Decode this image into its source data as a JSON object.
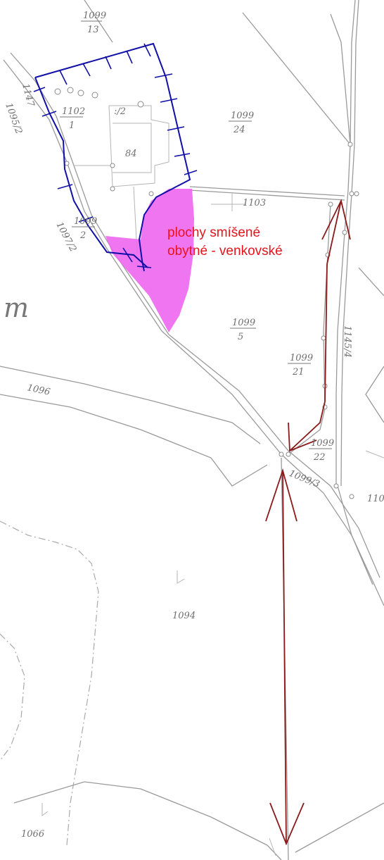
{
  "zone": {
    "label_line1": "plochy smíšené",
    "label_line2": "obytné - venkovské",
    "fill_color": "#ee66ee",
    "label_color": "#e8141d"
  },
  "colors": {
    "boundary_blue": "#1010a8",
    "arrow_red": "#8b1a1a",
    "parcel_grey": "#9a9a9a"
  },
  "parcels": {
    "p1099_13_num": "1099",
    "p1099_13_den": "13",
    "p1102_1_num": "1102",
    "p1102_1_den": "1",
    "p1099_24_num": "1099",
    "p1099_24_den": "24",
    "p1099_2_num": "1099",
    "p1099_2_den": "2",
    "p1099_5_num": "1099",
    "p1099_5_den": "5",
    "p1099_21_num": "1099",
    "p1099_21_den": "21",
    "p1099_22_num": "1099",
    "p1099_22_den": "22",
    "p1103": "1103",
    "p1097_2": "1097/2",
    "p1095_2": "1095/2",
    "p1147": "1147",
    "p1096": "1096",
    "p1099_3": "1099/3",
    "p1094": "1094",
    "p1066": "1066",
    "p1145_4": "1145/4",
    "p110x": "110",
    "building_no": "84",
    "building_part": ":/2",
    "letter_m": "m"
  }
}
